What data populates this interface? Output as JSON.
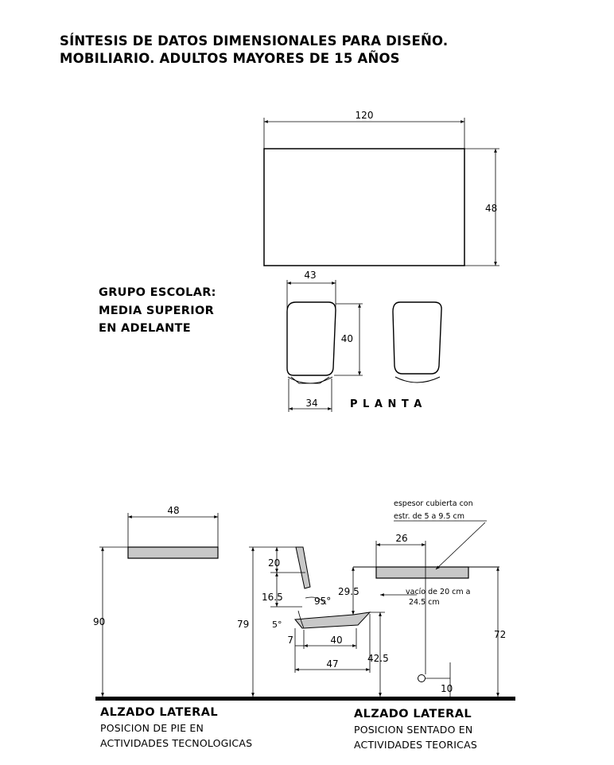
{
  "title": {
    "line1": "SÍNTESIS DE DATOS DIMENSIONALES PARA DISEÑO.",
    "line2": "MOBILIARIO. ADULTOS MAYORES DE 15 AÑOS"
  },
  "group": {
    "line1": "GRUPO ESCOLAR:",
    "line2": "MEDIA SUPERIOR",
    "line3": "EN ADELANTE"
  },
  "plan": {
    "label": "P L A N T A",
    "table_width": "120",
    "table_depth": "48",
    "seat_width": "43",
    "seat_depth": "40",
    "seat_front": "34"
  },
  "elevation_left": {
    "title": "ALZADO LATERAL",
    "sub1": "POSICION DE PIE EN",
    "sub2": "ACTIVIDADES TECNOLOGICAS",
    "top_depth": "48",
    "height": "90"
  },
  "elevation_right": {
    "title": "ALZADO LATERAL",
    "sub1": "POSICION SENTADO EN",
    "sub2": "ACTIVIDADES TEORICAS",
    "backrest_height": "20",
    "backrest_gap": "16.5",
    "angle_back": "95°",
    "angle_seat": "5°",
    "total_height": "79",
    "seat_offset": "7",
    "seat_depth": "40",
    "seat_total_depth": "47",
    "seat_height": "42.5",
    "backrest_to_seat": "29.5",
    "desk_depth": "26",
    "desk_height": "72",
    "foot_height": "10",
    "note_thickness_1": "espesor cubierta con",
    "note_thickness_2": "estr. de 5 a 9.5 cm",
    "note_void_1": "vacío de 20 cm a",
    "note_void_2": "24.5 cm"
  }
}
